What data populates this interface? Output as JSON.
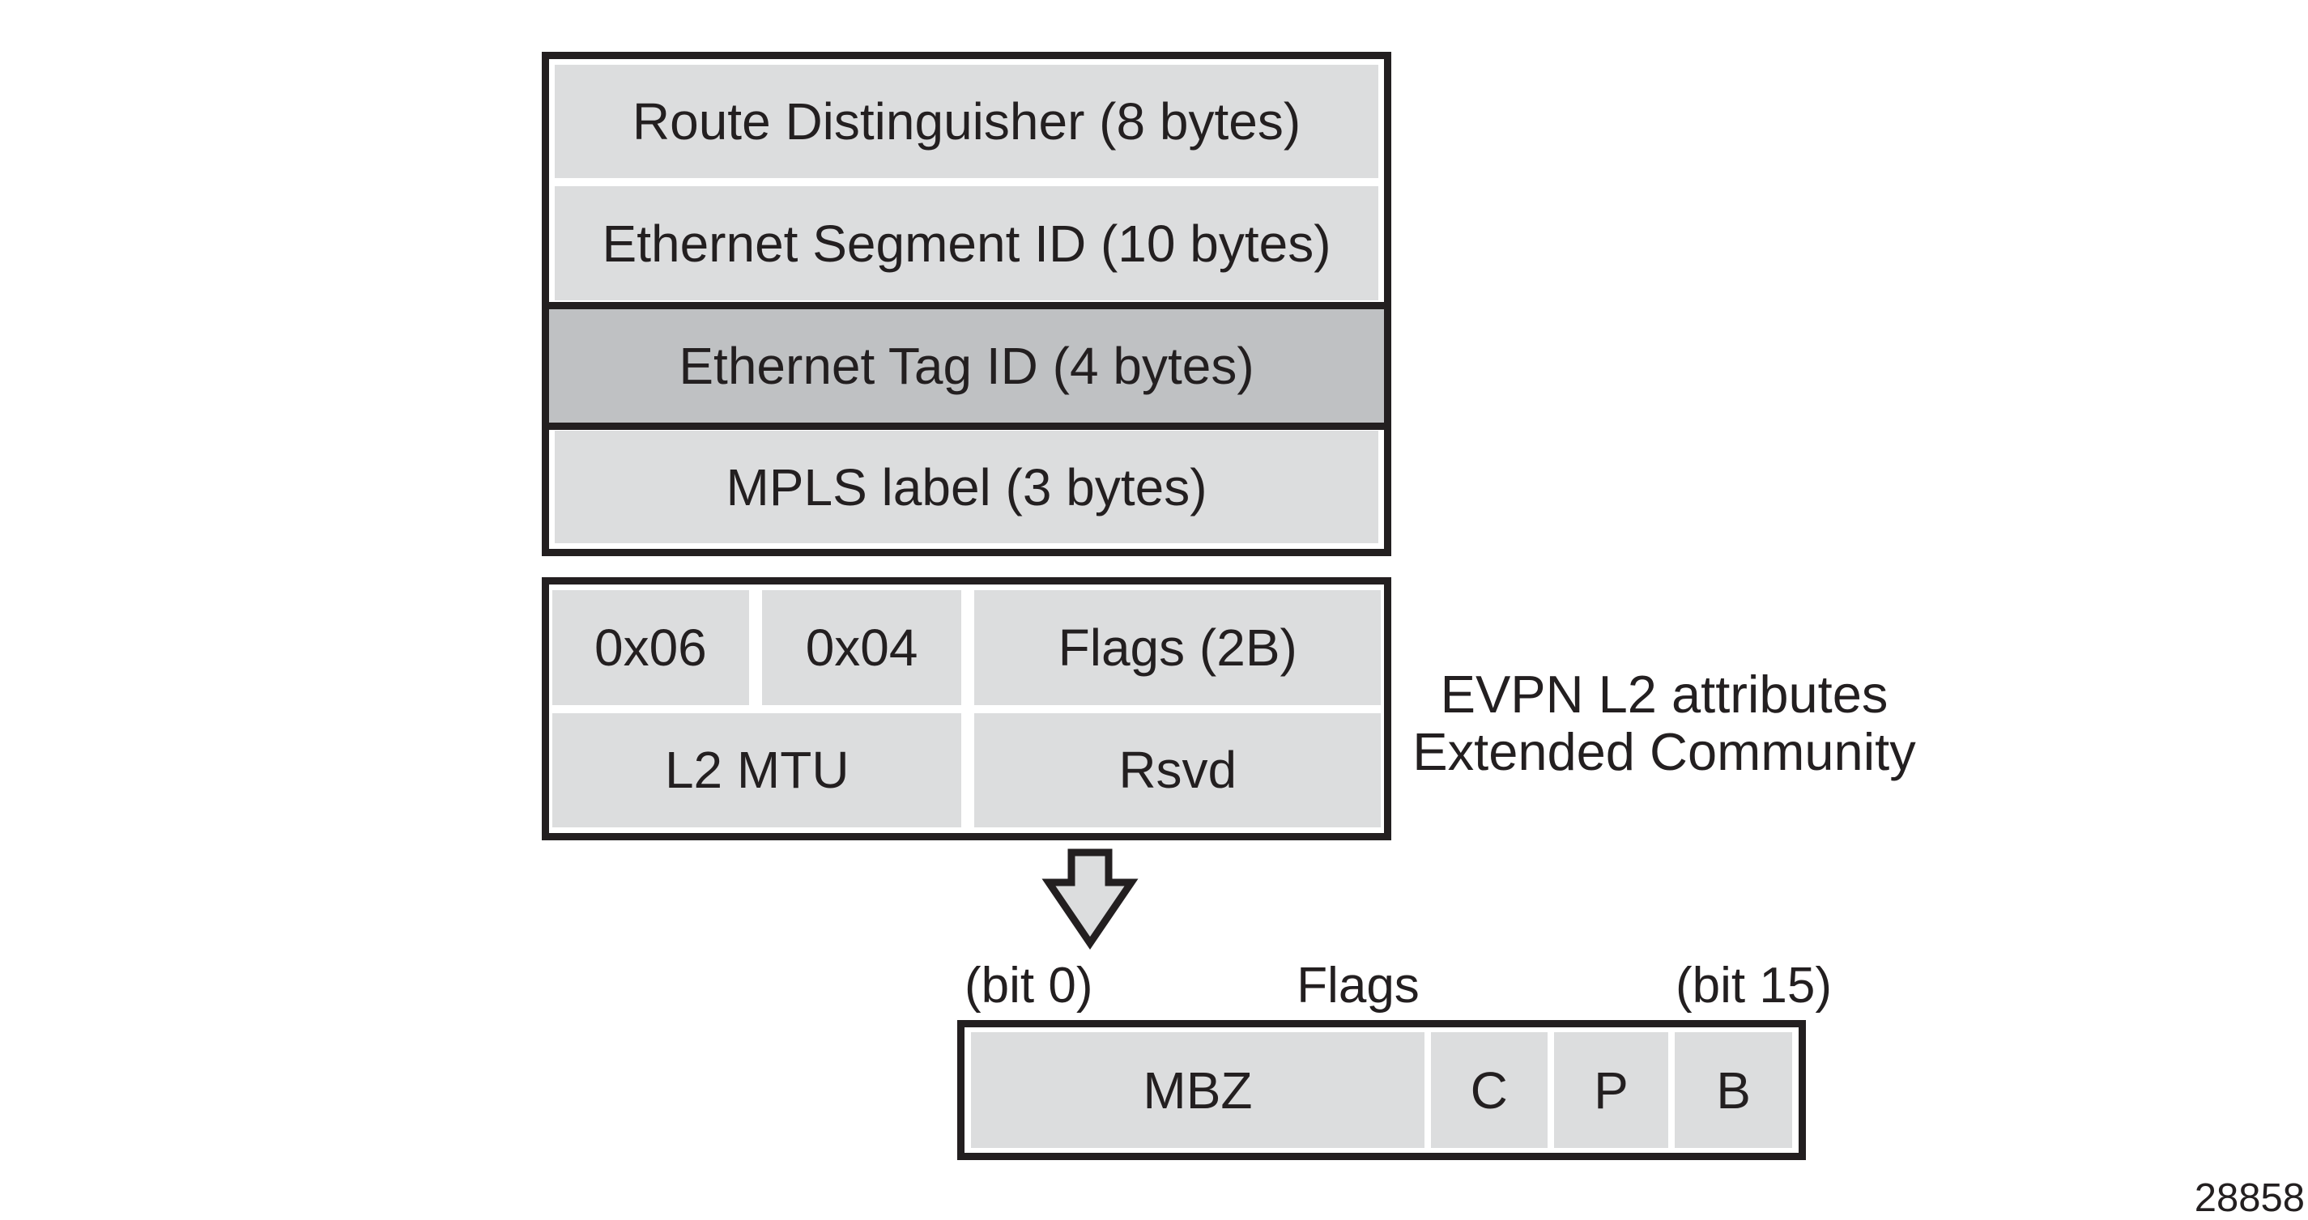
{
  "palette": {
    "ink": "#231f20",
    "cell_fill": "#dcddde",
    "highlight_fill": "#bfc1c3",
    "background": "#ffffff"
  },
  "route_type_box": {
    "fields": [
      {
        "label": "Route Distinguisher (8 bytes)",
        "highlighted": false
      },
      {
        "label": "Ethernet Segment ID (10 bytes)",
        "highlighted": false
      },
      {
        "label": "Ethernet Tag ID (4 bytes)",
        "highlighted": true
      },
      {
        "label": "MPLS label (3 bytes)",
        "highlighted": false
      }
    ]
  },
  "extended_community_box": {
    "row1": [
      {
        "label": "0x06"
      },
      {
        "label": "0x04"
      },
      {
        "label": "Flags (2B)"
      }
    ],
    "row2": [
      {
        "label": "L2 MTU"
      },
      {
        "label": "Rsvd"
      }
    ],
    "caption": {
      "line1": "EVPN L2 attributes",
      "line2": "Extended Community"
    }
  },
  "flags_detail": {
    "bit_start_label": "(bit 0)",
    "title": "Flags",
    "bit_end_label": "(bit 15)",
    "cells": [
      {
        "label": "MBZ"
      },
      {
        "label": "C"
      },
      {
        "label": "P"
      },
      {
        "label": "B"
      }
    ]
  },
  "figure_number": "28858"
}
